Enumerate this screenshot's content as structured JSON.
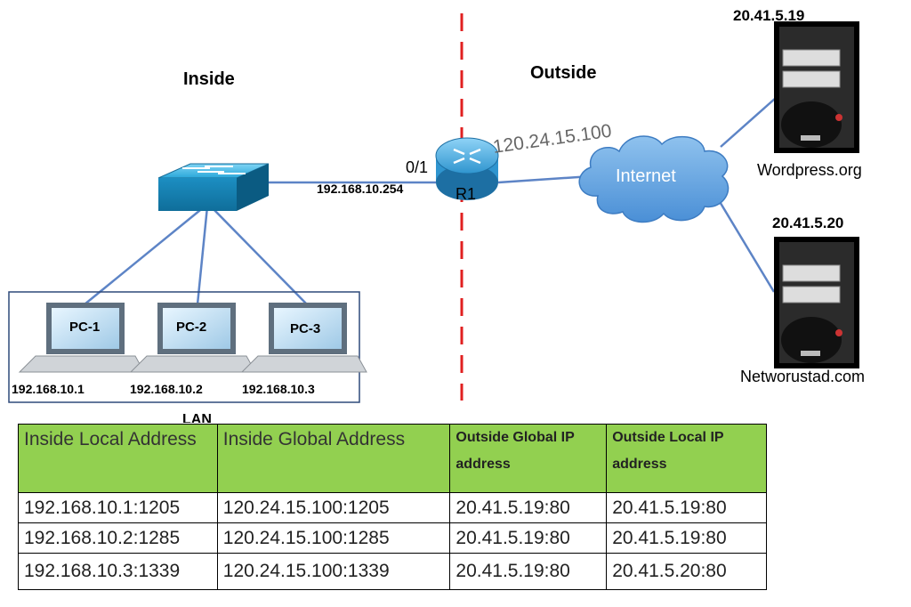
{
  "diagram": {
    "inside_label": "Inside",
    "outside_label": "Outside",
    "lan_label": "LAN",
    "router": {
      "name": "R1",
      "interface": "0/1",
      "inside_ip": "192.168.10.254",
      "outside_ip": "120.24.15.100"
    },
    "internet_label": "Internet",
    "pcs": [
      {
        "name": "PC-1",
        "ip": "192.168.10.1"
      },
      {
        "name": "PC-2",
        "ip": "192.168.10.2"
      },
      {
        "name": "PC-3",
        "ip": "192.168.10.3"
      }
    ],
    "servers": [
      {
        "ip": "20.41.5.19",
        "name": "Wordpress.org"
      },
      {
        "ip": "20.41.5.20",
        "name": "Networustad.com"
      }
    ]
  },
  "nat_table": {
    "headers": [
      "Inside Local Address",
      "Inside Global Address",
      "Outside Global IP address",
      "Outside Local IP address"
    ],
    "rows": [
      [
        "192.168.10.1:1205",
        "120.24.15.100:1205",
        "20.41.5.19:80",
        "20.41.5.19:80"
      ],
      [
        "192.168.10.2:1285",
        "120.24.15.100:1285",
        "20.41.5.19:80",
        "20.41.5.19:80"
      ],
      [
        "192.168.10.3:1339",
        "120.24.15.100:1339",
        "20.41.5.19:80",
        "20.41.5.20:80"
      ]
    ]
  }
}
